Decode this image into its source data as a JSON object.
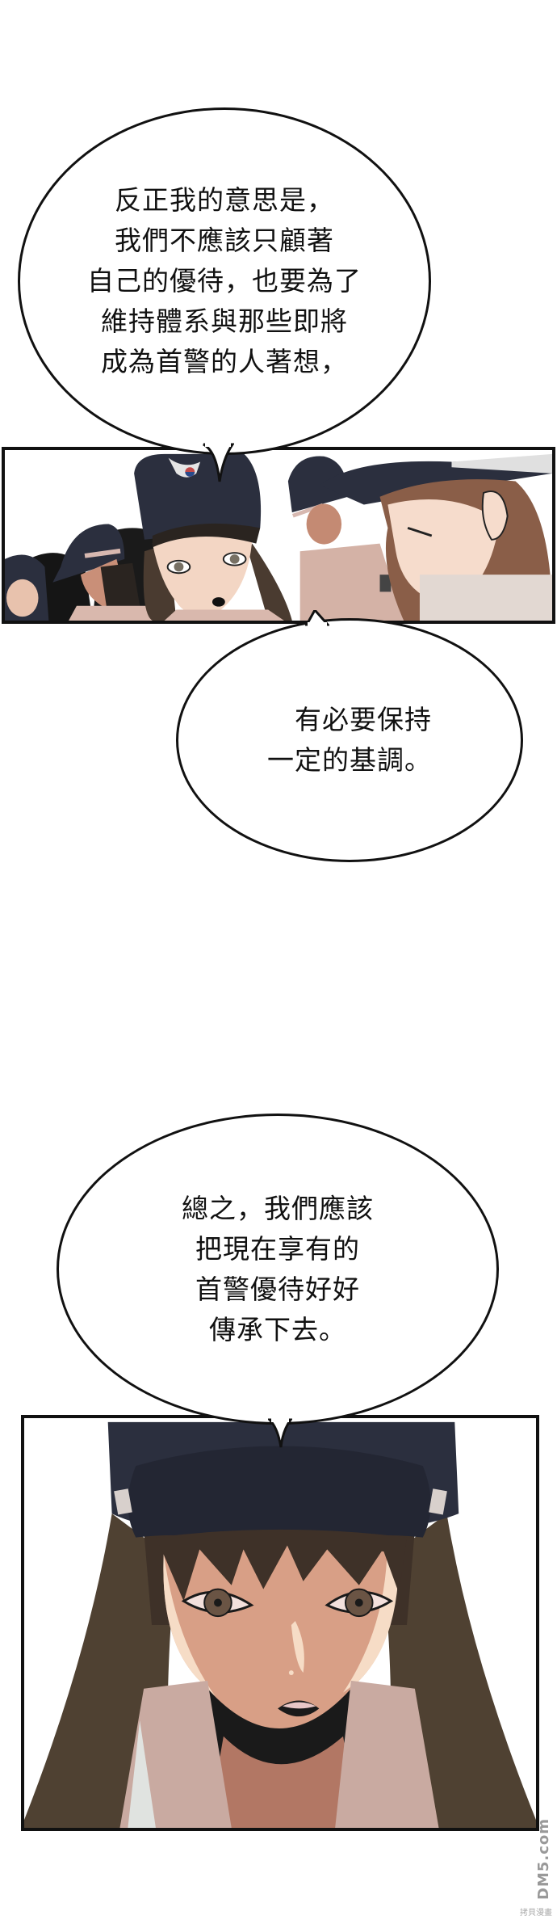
{
  "page": {
    "type": "webtoon-page",
    "background": "#ffffff"
  },
  "bubbles": [
    {
      "id": "bubble-1",
      "lines": [
        "反正我的意思是，",
        "我們不應該只顧著",
        "自己的優待，也要為了",
        "維持體系與那些即將",
        "成為首警的人著想，"
      ]
    },
    {
      "id": "bubble-2",
      "lines": [
        "有必要保持",
        "一定的基調。"
      ]
    },
    {
      "id": "bubble-3",
      "lines": [
        "總之，我們應該",
        "把現在享有的",
        "首警優待好好",
        "傳承下去。"
      ]
    }
  ],
  "panels": [
    {
      "id": "panel-1",
      "description": "Group of female police trainees in navy caps and beige uniforms; long-haired trainee in center looking up, another trainee in foreground right with eyes lowered",
      "colors": {
        "cap": "#2b2f3e",
        "hair": "#4a3b30",
        "skin": "#f3d6c4",
        "uniform": "#d9b8ad",
        "shadow": "#1a1a1a"
      }
    },
    {
      "id": "panel-2",
      "description": "Close-up of long-haired female trainee in navy police cap, speaking with a neutral expression",
      "colors": {
        "cap": "#2b2f3e",
        "hair": "#4f4132",
        "skin": "#d89f86",
        "skin_light": "#f6dcc6",
        "iris": "#6a5444",
        "collar": "#c9aaa1"
      }
    }
  ],
  "watermark": {
    "logo": "DM5.com",
    "subtitle": "拷貝漫畫"
  }
}
